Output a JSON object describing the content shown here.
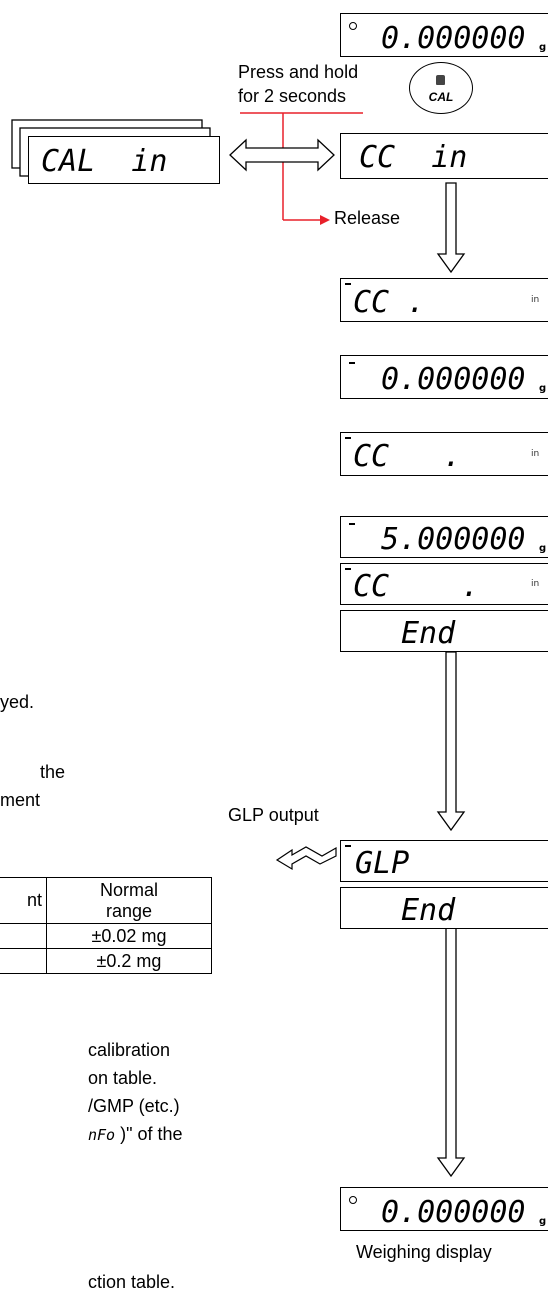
{
  "displays": {
    "top_weight": "0.000000",
    "unit_g": "g",
    "cal_in": "CAL  in",
    "cc_in": "CC  in",
    "cc_dot": "CC .",
    "zero_weight": "0.000000",
    "cc_dot2": "CC   .",
    "five_weight": "5.000000",
    "cc_dot3": "CC    .",
    "end1": "End",
    "glp": "GLP",
    "end2": "End",
    "bottom_weight": "0.000000",
    "in_small": "in"
  },
  "labels": {
    "press_hold_1": "Press and hold",
    "press_hold_2": "for 2 seconds",
    "cal_key": "CAL",
    "release": "Release",
    "glp_output": "GLP output",
    "weighing_display": "Weighing display"
  },
  "text": {
    "frag_1": "yed.",
    "frag_2": "the",
    "frag_3": "ment",
    "frag_4": "calibration",
    "frag_5": "on table.",
    "frag_6": "/GMP (etc.)",
    "frag_7_seg": "nFo",
    "frag_7_rest": " )\" of the",
    "frag_8": "ction table."
  },
  "table": {
    "header_left": "nt",
    "header_right_1": "Normal",
    "header_right_2": "range",
    "row1": "±0.02 mg",
    "row2": "±0.2 mg"
  },
  "colors": {
    "accent_red": "#e8202a"
  }
}
